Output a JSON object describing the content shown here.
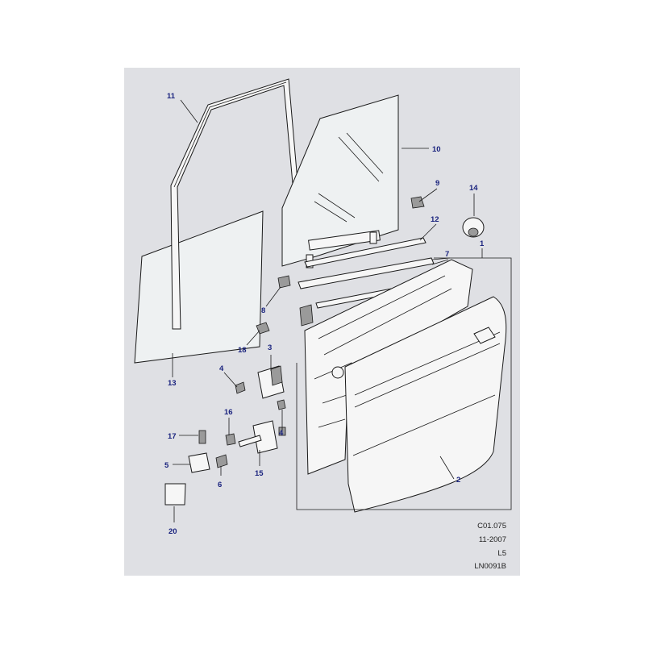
{
  "diagram": {
    "callouts": {
      "c1": "1",
      "c2": "2",
      "c3": "3",
      "c4a": "4",
      "c4b": "4",
      "c5": "5",
      "c6": "6",
      "c7": "7",
      "c8": "8",
      "c9": "9",
      "c10": "10",
      "c11": "11",
      "c12": "12",
      "c13": "13",
      "c14": "14",
      "c15": "15",
      "c16": "16",
      "c17": "17",
      "c18": "18",
      "c20": "20"
    },
    "reference": {
      "code": "C01.075",
      "date": "11-2007",
      "model": "L5",
      "drawing_number": "LN0091B"
    }
  }
}
